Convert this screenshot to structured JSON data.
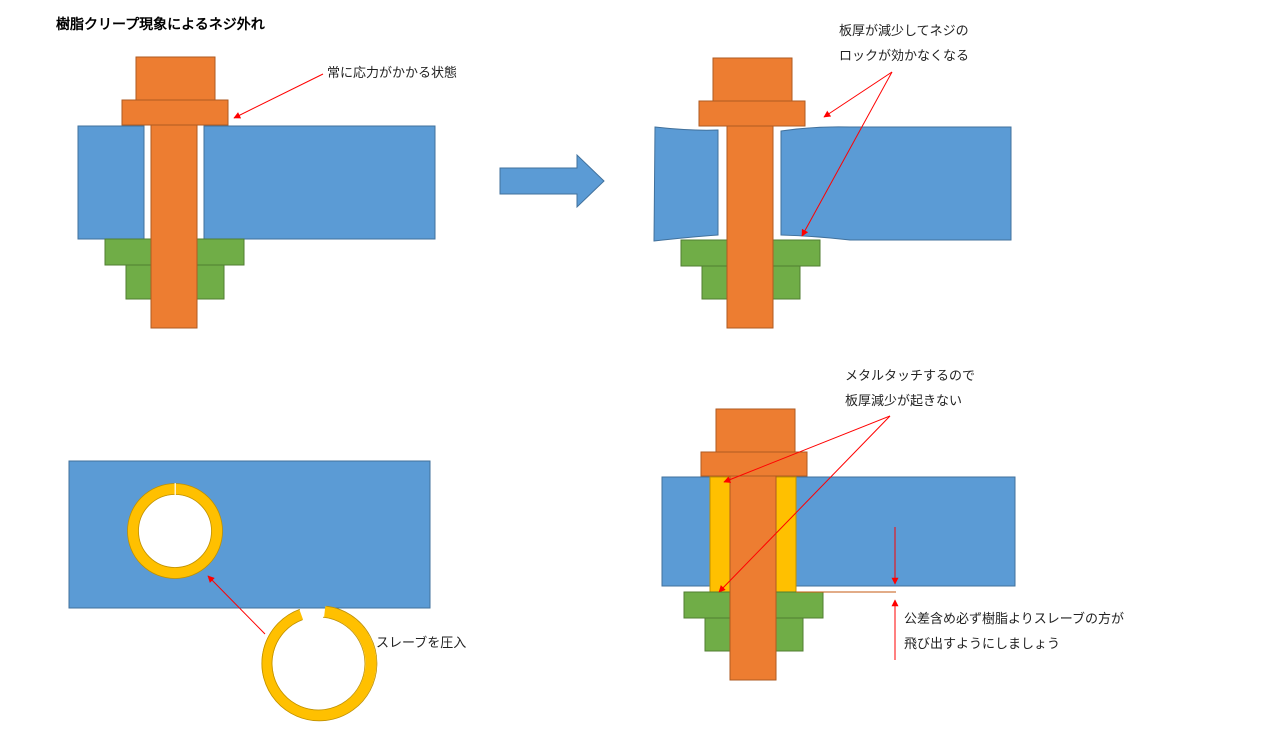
{
  "title": "樹脂クリープ現象によるネジ外れ",
  "labels": {
    "stress": "常に応力がかかる状態",
    "thin_line1": "板厚が減少してネジの",
    "thin_line2": "ロックが効かなくなる",
    "sleeve_press": "スレーブを圧入",
    "metal_line1": "メタルタッチするので",
    "metal_line2": "板厚減少が起きない",
    "tol_line1": "公差含め必ず樹脂よりスレーブの方が",
    "tol_line2": "飛び出すようにしましょう"
  },
  "colors": {
    "resin": "#5b9bd5",
    "bolt": "#ed7d31",
    "washer": "#70ad47",
    "sleeve": "#ffc000",
    "arrow": "#ff0000",
    "outline": "#41719c"
  }
}
